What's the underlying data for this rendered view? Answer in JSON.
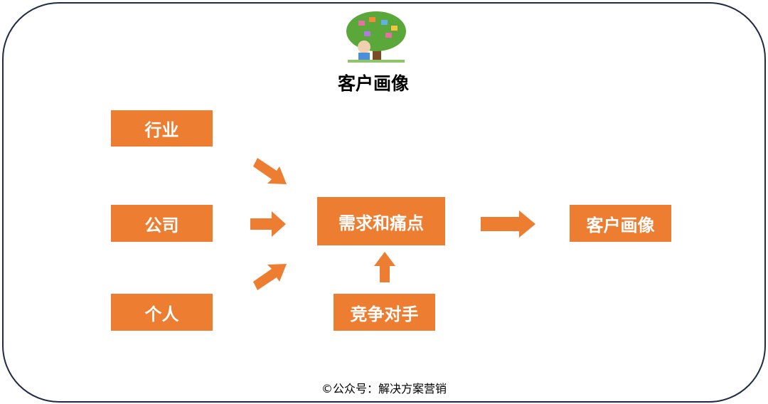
{
  "title": "客户画像",
  "inputs": [
    {
      "label": "行业"
    },
    {
      "label": "公司"
    },
    {
      "label": "个人"
    }
  ],
  "center": {
    "label": "需求和痛点"
  },
  "competitor": {
    "label": "竞争对手"
  },
  "output": {
    "label": "客户画像"
  },
  "footer": "©公众号：解决方案营销",
  "colors": {
    "box": "#ED7D31",
    "border": "#1f2b45"
  }
}
